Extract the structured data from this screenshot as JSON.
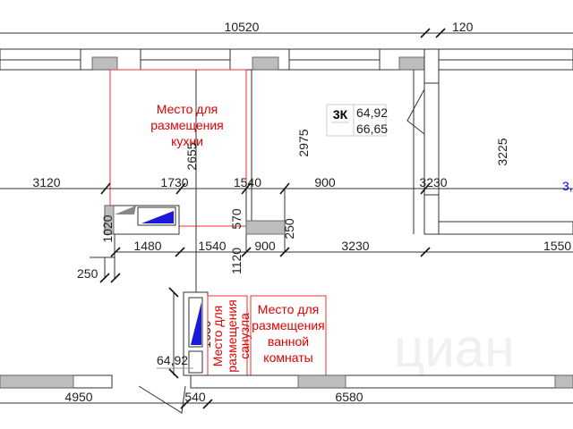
{
  "plan": {
    "dims_top": {
      "total": "10520",
      "right_cut": "120"
    },
    "dims_mid": [
      "3120",
      "1730",
      "1540",
      "900",
      "3230"
    ],
    "dims_low": [
      "1480",
      "1540",
      "900",
      "3230",
      "1550"
    ],
    "dims_vertical": {
      "d2655": "2655",
      "d2975": "2975",
      "d3225": "3225",
      "d1020": "1020",
      "d570": "570",
      "d250b": "250",
      "d1120": "1120",
      "d1630": "1630"
    },
    "dim_250": "250",
    "dims_bottom": [
      "4950",
      "540",
      "6580"
    ],
    "kitchen": [
      "Место для",
      "размещения",
      "кухни"
    ],
    "sanuzel": [
      "Место для",
      "размещения",
      "санузла"
    ],
    "bathroom": [
      "Место для",
      "размещения",
      "ванной",
      "комнаты"
    ],
    "apartment": {
      "type": "3К",
      "living_area": "64,92",
      "total_area": "66,65"
    },
    "area_label": "64,92",
    "blue_cut_label": "3,",
    "watermark": "циан"
  },
  "colors": {
    "red": "#e00000",
    "blue": "#0000ee"
  }
}
